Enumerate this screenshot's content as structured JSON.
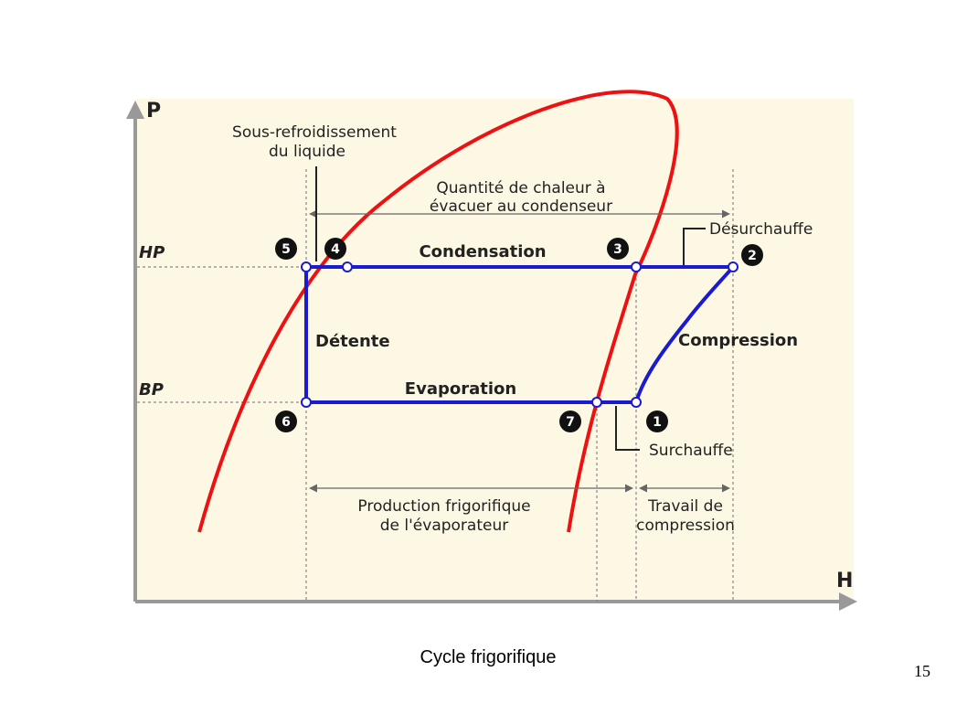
{
  "axes": {
    "y": "P",
    "x": "H"
  },
  "levels": {
    "high": "HP",
    "low": "BP"
  },
  "annotations": {
    "sous_refroidissement": [
      "Sous-refroidissement",
      "du liquide"
    ],
    "chaleur_condenseur": [
      "Quantité de chaleur à",
      "évacuer au condenseur"
    ],
    "desurchauffe": "Désurchauffe",
    "condensation": "Condensation",
    "detente": "Détente",
    "compression": "Compression",
    "evaporation": "Evaporation",
    "surchauffe": "Surchauffe",
    "production": [
      "Production frigorifique",
      "de l'évaporateur"
    ],
    "travail": [
      "Travail de",
      "compression"
    ]
  },
  "points": [
    "1",
    "2",
    "3",
    "4",
    "5",
    "6",
    "7"
  ],
  "colors": {
    "background": "#fcf8e3",
    "cycle": "#1a1ad0",
    "saturation_curve": "#ee1111",
    "badge": "#111111"
  },
  "caption": "Cycle frigorifique",
  "slide_number": "15"
}
